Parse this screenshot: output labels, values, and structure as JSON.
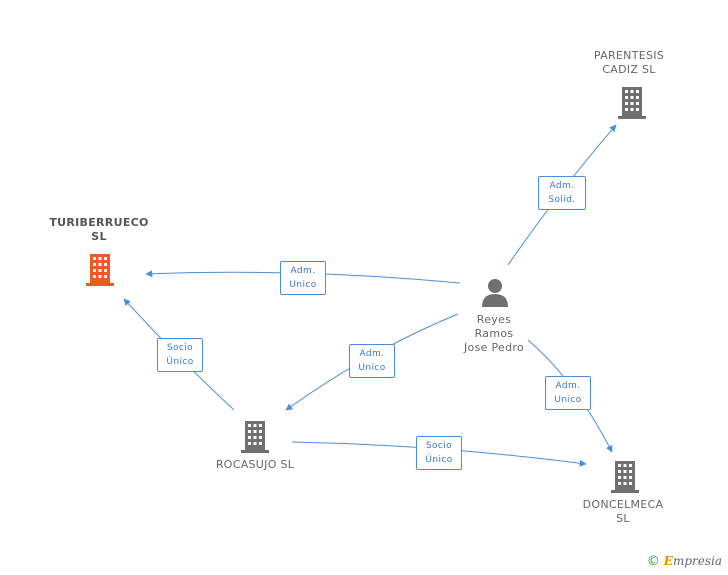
{
  "nodes": {
    "parentesis": {
      "line1": "PARENTESIS",
      "line2": "CADIZ SL",
      "color": "#707070"
    },
    "turiberrueco": {
      "line1": "TURIBERRUECO",
      "line2": "SL",
      "color": "#f05a22"
    },
    "rocasujo": {
      "line1": "ROCASUJO SL",
      "color": "#707070"
    },
    "doncelmeca": {
      "line1": "DONCELMECA",
      "line2": "SL",
      "color": "#707070"
    },
    "reyes": {
      "line1": "Reyes",
      "line2": "Ramos",
      "line3": "Jose Pedro",
      "color": "#707070"
    }
  },
  "edges": {
    "reyes_turiberrueco": {
      "l1": "Adm.",
      "l2": "Unico"
    },
    "reyes_parentesis": {
      "l1": "Adm.",
      "l2": "Solid."
    },
    "reyes_rocasujo": {
      "l1": "Adm.",
      "l2": "Unico"
    },
    "reyes_doncelmeca": {
      "l1": "Adm.",
      "l2": "Unico"
    },
    "rocasujo_turiberrueco": {
      "l1": "Socio",
      "l2": "Único"
    },
    "rocasujo_doncelmeca": {
      "l1": "Socio",
      "l2": "Único"
    }
  },
  "footer": {
    "copyright": "©",
    "brand_initial": "E",
    "brand_rest": "mpresia"
  },
  "colors": {
    "edge": "#4a90d9",
    "highlight": "#f05a22",
    "node": "#707070"
  }
}
